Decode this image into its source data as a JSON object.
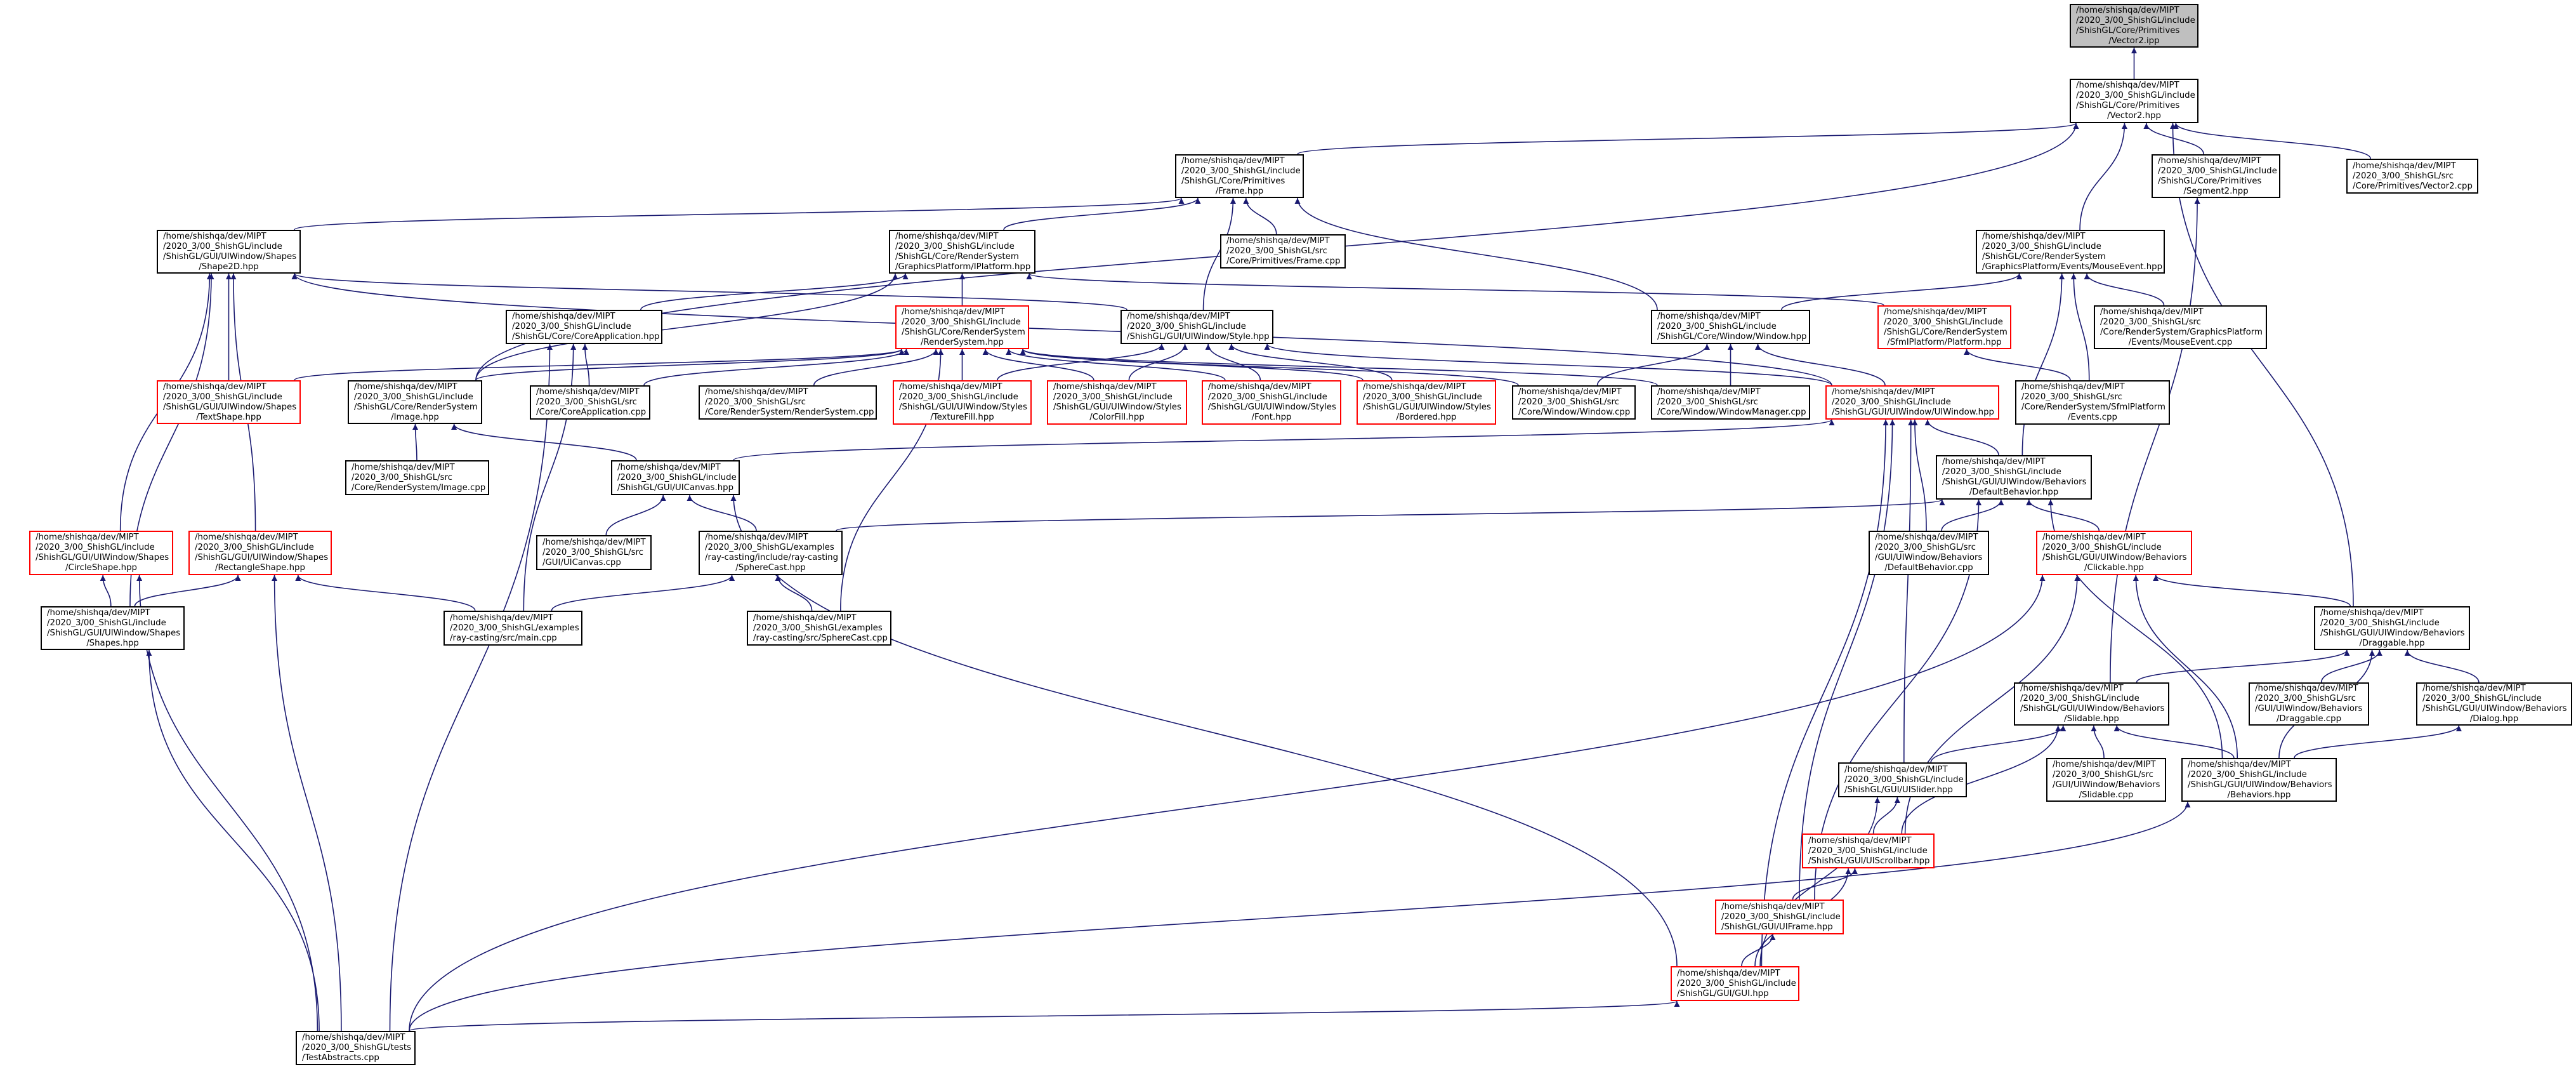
{
  "graph": {
    "title": "Include dependency graph for Vector2.ipp",
    "colors": {
      "edge": "#191970",
      "normal_border": "#000000",
      "truncated_border": "#ff0000",
      "root_fill": "#bfbfbf"
    },
    "nodes": {
      "vec_ipp": {
        "lines": [
          "/home/shishqa/dev/MIPT",
          "/2020_3/00_ShishGL/include",
          "/ShishGL/Core/Primitives",
          "/Vector2.ipp"
        ],
        "kind": "root"
      },
      "vec_hpp": {
        "lines": [
          "/home/shishqa/dev/MIPT",
          "/2020_3/00_ShishGL/include",
          "/ShishGL/Core/Primitives",
          "/Vector2.hpp"
        ]
      },
      "frame_hpp": {
        "lines": [
          "/home/shishqa/dev/MIPT",
          "/2020_3/00_ShishGL/include",
          "/ShishGL/Core/Primitives",
          "/Frame.hpp"
        ]
      },
      "frame_cpp": {
        "lines": [
          "/home/shishqa/dev/MIPT",
          "/2020_3/00_ShishGL/src",
          "/Core/Primitives/Frame.cpp"
        ]
      },
      "seg2": {
        "lines": [
          "/home/shishqa/dev/MIPT",
          "/2020_3/00_ShishGL/include",
          "/ShishGL/Core/Primitives",
          "/Segment2.hpp"
        ]
      },
      "vec_cpp": {
        "lines": [
          "/home/shishqa/dev/MIPT",
          "/2020_3/00_ShishGL/src",
          "/Core/Primitives/Vector2.cpp"
        ]
      },
      "shape2d": {
        "lines": [
          "/home/shishqa/dev/MIPT",
          "/2020_3/00_ShishGL/include",
          "/ShishGL/GUI/UIWindow/Shapes",
          "/Shape2D.hpp"
        ]
      },
      "iplatform": {
        "lines": [
          "/home/shishqa/dev/MIPT",
          "/2020_3/00_ShishGL/include",
          "/ShishGL/Core/RenderSystem",
          "/GraphicsPlatform/IPlatform.hpp"
        ]
      },
      "mouse_hpp": {
        "lines": [
          "/home/shishqa/dev/MIPT",
          "/2020_3/00_ShishGL/include",
          "/ShishGL/Core/RenderSystem",
          "/GraphicsPlatform/Events/MouseEvent.hpp"
        ]
      },
      "coreapp_hpp": {
        "lines": [
          "/home/shishqa/dev/MIPT",
          "/2020_3/00_ShishGL/include",
          "/ShishGL/Core/CoreApplication.hpp"
        ]
      },
      "rs_hpp": {
        "lines": [
          "/home/shishqa/dev/MIPT",
          "/2020_3/00_ShishGL/include",
          "/ShishGL/Core/RenderSystem",
          "/RenderSystem.hpp"
        ],
        "kind": "truncated"
      },
      "style": {
        "lines": [
          "/home/shishqa/dev/MIPT",
          "/2020_3/00_ShishGL/include",
          "/ShishGL/GUI/UIWindow/Style.hpp"
        ]
      },
      "window_hpp": {
        "lines": [
          "/home/shishqa/dev/MIPT",
          "/2020_3/00_ShishGL/include",
          "/ShishGL/Core/Window/Window.hpp"
        ]
      },
      "platform": {
        "lines": [
          "/home/shishqa/dev/MIPT",
          "/2020_3/00_ShishGL/include",
          "/ShishGL/Core/RenderSystem",
          "/SfmlPlatform/Platform.hpp"
        ],
        "kind": "truncated"
      },
      "mouse_cpp": {
        "lines": [
          "/home/shishqa/dev/MIPT",
          "/2020_3/00_ShishGL/src",
          "/Core/RenderSystem/GraphicsPlatform",
          "/Events/MouseEvent.cpp"
        ]
      },
      "textshape": {
        "lines": [
          "/home/shishqa/dev/MIPT",
          "/2020_3/00_ShishGL/include",
          "/ShishGL/GUI/UIWindow/Shapes",
          "/TextShape.hpp"
        ],
        "kind": "truncated"
      },
      "image_hpp": {
        "lines": [
          "/home/shishqa/dev/MIPT",
          "/2020_3/00_ShishGL/include",
          "/ShishGL/Core/RenderSystem",
          "/Image.hpp"
        ]
      },
      "coreapp_cpp": {
        "lines": [
          "/home/shishqa/dev/MIPT",
          "/2020_3/00_ShishGL/src",
          "/Core/CoreApplication.cpp"
        ]
      },
      "rs_cpp": {
        "lines": [
          "/home/shishqa/dev/MIPT",
          "/2020_3/00_ShishGL/src",
          "/Core/RenderSystem/RenderSystem.cpp"
        ]
      },
      "texturefill": {
        "lines": [
          "/home/shishqa/dev/MIPT",
          "/2020_3/00_ShishGL/include",
          "/ShishGL/GUI/UIWindow/Styles",
          "/TextureFill.hpp"
        ],
        "kind": "truncated"
      },
      "colorfill": {
        "lines": [
          "/home/shishqa/dev/MIPT",
          "/2020_3/00_ShishGL/include",
          "/ShishGL/GUI/UIWindow/Styles",
          "/ColorFill.hpp"
        ],
        "kind": "truncated"
      },
      "font": {
        "lines": [
          "/home/shishqa/dev/MIPT",
          "/2020_3/00_ShishGL/include",
          "/ShishGL/GUI/UIWindow/Styles",
          "/Font.hpp"
        ],
        "kind": "truncated"
      },
      "bordered": {
        "lines": [
          "/home/shishqa/dev/MIPT",
          "/2020_3/00_ShishGL/include",
          "/ShishGL/GUI/UIWindow/Styles",
          "/Bordered.hpp"
        ],
        "kind": "truncated"
      },
      "window_cpp": {
        "lines": [
          "/home/shishqa/dev/MIPT",
          "/2020_3/00_ShishGL/src",
          "/Core/Window/Window.cpp"
        ]
      },
      "winmgr_cpp": {
        "lines": [
          "/home/shishqa/dev/MIPT",
          "/2020_3/00_ShishGL/src",
          "/Core/Window/WindowManager.cpp"
        ]
      },
      "uiwindow": {
        "lines": [
          "/home/shishqa/dev/MIPT",
          "/2020_3/00_ShishGL/include",
          "/ShishGL/GUI/UIWindow/UIWindow.hpp"
        ],
        "kind": "truncated"
      },
      "events_cpp": {
        "lines": [
          "/home/shishqa/dev/MIPT",
          "/2020_3/00_ShishGL/src",
          "/Core/RenderSystem/SfmlPlatform",
          "/Events.cpp"
        ]
      },
      "image_cpp": {
        "lines": [
          "/home/shishqa/dev/MIPT",
          "/2020_3/00_ShishGL/src",
          "/Core/RenderSystem/Image.cpp"
        ]
      },
      "uicanvas": {
        "lines": [
          "/home/shishqa/dev/MIPT",
          "/2020_3/00_ShishGL/include",
          "/ShishGL/GUI/UICanvas.hpp"
        ]
      },
      "defbeh_hpp": {
        "lines": [
          "/home/shishqa/dev/MIPT",
          "/2020_3/00_ShishGL/include",
          "/ShishGL/GUI/UIWindow/Behaviors",
          "/DefaultBehavior.hpp"
        ]
      },
      "circle": {
        "lines": [
          "/home/shishqa/dev/MIPT",
          "/2020_3/00_ShishGL/include",
          "/ShishGL/GUI/UIWindow/Shapes",
          "/CircleShape.hpp"
        ],
        "kind": "truncated"
      },
      "rect": {
        "lines": [
          "/home/shishqa/dev/MIPT",
          "/2020_3/00_ShishGL/include",
          "/ShishGL/GUI/UIWindow/Shapes",
          "/RectangleShape.hpp"
        ],
        "kind": "truncated"
      },
      "uicanvas_cpp": {
        "lines": [
          "/home/shishqa/dev/MIPT",
          "/2020_3/00_ShishGL/src",
          "/GUI/UICanvas.cpp"
        ]
      },
      "sphere_hpp": {
        "lines": [
          "/home/shishqa/dev/MIPT",
          "/2020_3/00_ShishGL/examples",
          "/ray-casting/include/ray-casting",
          "/SphereCast.hpp"
        ]
      },
      "defbeh_cpp": {
        "lines": [
          "/home/shishqa/dev/MIPT",
          "/2020_3/00_ShishGL/src",
          "/GUI/UIWindow/Behaviors",
          "/DefaultBehavior.cpp"
        ]
      },
      "clickable": {
        "lines": [
          "/home/shishqa/dev/MIPT",
          "/2020_3/00_ShishGL/include",
          "/ShishGL/GUI/UIWindow/Behaviors",
          "/Clickable.hpp"
        ],
        "kind": "truncated"
      },
      "shapes": {
        "lines": [
          "/home/shishqa/dev/MIPT",
          "/2020_3/00_ShishGL/include",
          "/ShishGL/GUI/UIWindow/Shapes",
          "/Shapes.hpp"
        ]
      },
      "main_cpp": {
        "lines": [
          "/home/shishqa/dev/MIPT",
          "/2020_3/00_ShishGL/examples",
          "/ray-casting/src/main.cpp"
        ]
      },
      "sphere_cpp": {
        "lines": [
          "/home/shishqa/dev/MIPT",
          "/2020_3/00_ShishGL/examples",
          "/ray-casting/src/SphereCast.cpp"
        ]
      },
      "draggable": {
        "lines": [
          "/home/shishqa/dev/MIPT",
          "/2020_3/00_ShishGL/include",
          "/ShishGL/GUI/UIWindow/Behaviors",
          "/Draggable.hpp"
        ]
      },
      "slidable": {
        "lines": [
          "/home/shishqa/dev/MIPT",
          "/2020_3/00_ShishGL/include",
          "/ShishGL/GUI/UIWindow/Behaviors",
          "/Slidable.hpp"
        ]
      },
      "draggable_cpp": {
        "lines": [
          "/home/shishqa/dev/MIPT",
          "/2020_3/00_ShishGL/src",
          "/GUI/UIWindow/Behaviors",
          "/Draggable.cpp"
        ]
      },
      "dialog": {
        "lines": [
          "/home/shishqa/dev/MIPT",
          "/2020_3/00_ShishGL/include",
          "/ShishGL/GUI/UIWindow/Behaviors",
          "/Dialog.hpp"
        ]
      },
      "uislider": {
        "lines": [
          "/home/shishqa/dev/MIPT",
          "/2020_3/00_ShishGL/include",
          "/ShishGL/GUI/UISlider.hpp"
        ]
      },
      "slidable_cpp": {
        "lines": [
          "/home/shishqa/dev/MIPT",
          "/2020_3/00_ShishGL/src",
          "/GUI/UIWindow/Behaviors",
          "/Slidable.cpp"
        ]
      },
      "behaviors": {
        "lines": [
          "/home/shishqa/dev/MIPT",
          "/2020_3/00_ShishGL/include",
          "/ShishGL/GUI/UIWindow/Behaviors",
          "/Behaviors.hpp"
        ]
      },
      "uiscrollbar": {
        "lines": [
          "/home/shishqa/dev/MIPT",
          "/2020_3/00_ShishGL/include",
          "/ShishGL/GUI/UIScrollbar.hpp"
        ],
        "kind": "truncated"
      },
      "uiframe": {
        "lines": [
          "/home/shishqa/dev/MIPT",
          "/2020_3/00_ShishGL/include",
          "/ShishGL/GUI/UIFrame.hpp"
        ],
        "kind": "truncated"
      },
      "gui": {
        "lines": [
          "/home/shishqa/dev/MIPT",
          "/2020_3/00_ShishGL/include",
          "/ShishGL/GUI/GUI.hpp"
        ],
        "kind": "truncated"
      },
      "tests": {
        "lines": [
          "/home/shishqa/dev/MIPT",
          "/2020_3/00_ShishGL/tests",
          "/TestAbstracts.cpp"
        ]
      }
    },
    "edges": [
      [
        "vec_hpp",
        "vec_ipp"
      ],
      [
        "frame_hpp",
        "vec_hpp"
      ],
      [
        "image_hpp",
        "vec_hpp"
      ],
      [
        "seg2",
        "vec_hpp"
      ],
      [
        "vec_cpp",
        "vec_hpp"
      ],
      [
        "mouse_hpp",
        "vec_hpp"
      ],
      [
        "draggable",
        "vec_hpp"
      ],
      [
        "shape2d",
        "frame_hpp"
      ],
      [
        "iplatform",
        "frame_hpp"
      ],
      [
        "frame_cpp",
        "frame_hpp"
      ],
      [
        "style",
        "frame_hpp"
      ],
      [
        "window_hpp",
        "frame_hpp"
      ],
      [
        "textshape",
        "shape2d"
      ],
      [
        "circle",
        "shape2d"
      ],
      [
        "rect",
        "shape2d"
      ],
      [
        "shapes",
        "shape2d"
      ],
      [
        "style",
        "shape2d"
      ],
      [
        "uiwindow",
        "shape2d"
      ],
      [
        "coreapp_hpp",
        "iplatform"
      ],
      [
        "image_hpp",
        "iplatform"
      ],
      [
        "rs_hpp",
        "iplatform"
      ],
      [
        "platform",
        "iplatform"
      ],
      [
        "window_hpp",
        "mouse_hpp"
      ],
      [
        "mouse_cpp",
        "mouse_hpp"
      ],
      [
        "events_cpp",
        "mouse_hpp"
      ],
      [
        "defbeh_hpp",
        "mouse_hpp"
      ],
      [
        "textshape",
        "rs_hpp"
      ],
      [
        "image_hpp",
        "rs_hpp"
      ],
      [
        "coreapp_cpp",
        "rs_hpp"
      ],
      [
        "rs_cpp",
        "rs_hpp"
      ],
      [
        "texturefill",
        "rs_hpp"
      ],
      [
        "colorfill",
        "rs_hpp"
      ],
      [
        "font",
        "rs_hpp"
      ],
      [
        "bordered",
        "rs_hpp"
      ],
      [
        "window_cpp",
        "rs_hpp"
      ],
      [
        "winmgr_cpp",
        "rs_hpp"
      ],
      [
        "sphere_cpp",
        "rs_hpp"
      ],
      [
        "texturefill",
        "style"
      ],
      [
        "colorfill",
        "style"
      ],
      [
        "font",
        "style"
      ],
      [
        "bordered",
        "style"
      ],
      [
        "uiwindow",
        "style"
      ],
      [
        "window_cpp",
        "window_hpp"
      ],
      [
        "winmgr_cpp",
        "window_hpp"
      ],
      [
        "uiwindow",
        "window_hpp"
      ],
      [
        "events_cpp",
        "platform"
      ],
      [
        "coreapp_cpp",
        "coreapp_hpp"
      ],
      [
        "main_cpp",
        "coreapp_hpp"
      ],
      [
        "tests",
        "coreapp_hpp"
      ],
      [
        "image_cpp",
        "image_hpp"
      ],
      [
        "uicanvas",
        "image_hpp"
      ],
      [
        "uicanvas_cpp",
        "uicanvas"
      ],
      [
        "sphere_hpp",
        "uicanvas"
      ],
      [
        "gui",
        "uicanvas"
      ],
      [
        "uicanvas",
        "uiwindow"
      ],
      [
        "main_cpp",
        "sphere_hpp"
      ],
      [
        "sphere_cpp",
        "sphere_hpp"
      ],
      [
        "sphere_hpp",
        "defbeh_hpp"
      ],
      [
        "defbeh_hpp",
        "uiwindow"
      ],
      [
        "defbeh_cpp",
        "uiwindow"
      ],
      [
        "uislider",
        "uiwindow"
      ],
      [
        "uiframe",
        "uiwindow"
      ],
      [
        "gui",
        "uiwindow"
      ],
      [
        "defbeh_cpp",
        "defbeh_hpp"
      ],
      [
        "clickable",
        "defbeh_hpp"
      ],
      [
        "uiframe",
        "defbeh_hpp"
      ],
      [
        "behaviors",
        "defbeh_hpp"
      ],
      [
        "draggable",
        "clickable"
      ],
      [
        "uiscrollbar",
        "clickable"
      ],
      [
        "behaviors",
        "clickable"
      ],
      [
        "tests",
        "clickable"
      ],
      [
        "slidable",
        "draggable"
      ],
      [
        "draggable_cpp",
        "draggable"
      ],
      [
        "dialog",
        "draggable"
      ],
      [
        "behaviors",
        "draggable"
      ],
      [
        "slidable_cpp",
        "slidable"
      ],
      [
        "behaviors",
        "slidable"
      ],
      [
        "uislider",
        "slidable"
      ],
      [
        "uiscrollbar",
        "slidable"
      ],
      [
        "slidable",
        "seg2"
      ],
      [
        "uiscrollbar",
        "uislider"
      ],
      [
        "gui",
        "uislider"
      ],
      [
        "uiframe",
        "uiscrollbar"
      ],
      [
        "gui",
        "uiscrollbar"
      ],
      [
        "gui",
        "uiframe"
      ],
      [
        "behaviors",
        "dialog"
      ],
      [
        "tests",
        "behaviors"
      ],
      [
        "tests",
        "gui"
      ],
      [
        "shapes",
        "circle"
      ],
      [
        "tests",
        "circle"
      ],
      [
        "shapes",
        "rect"
      ],
      [
        "tests",
        "rect"
      ],
      [
        "main_cpp",
        "rect"
      ],
      [
        "tests",
        "shapes"
      ]
    ]
  }
}
